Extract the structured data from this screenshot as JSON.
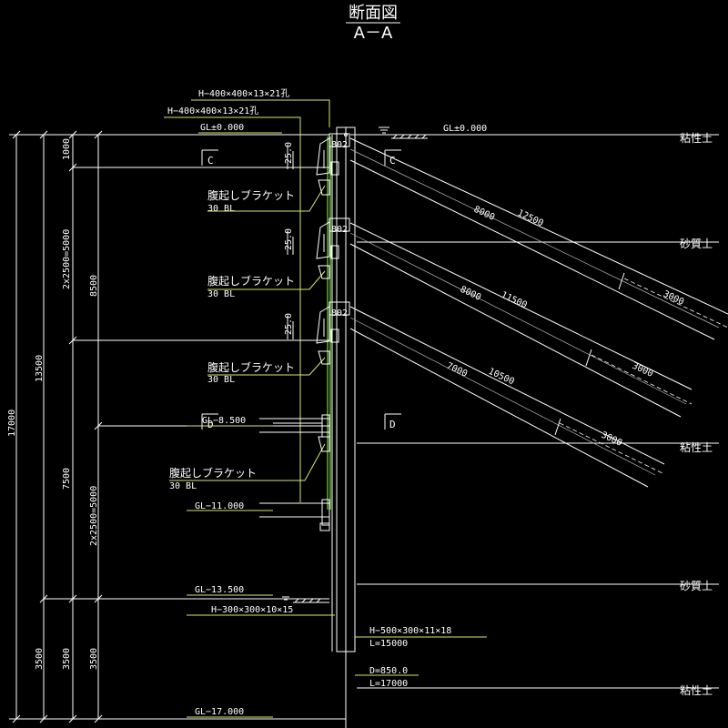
{
  "title": {
    "main": "断面図",
    "sub": "A－A"
  },
  "levels": {
    "gl0_left": "GL±0.000",
    "gl0_right": "GL±0.000",
    "gl_8500": "GL−8.500",
    "gl_11000": "GL−11.000",
    "gl_13500": "GL−13.500",
    "gl_17000": "GL−17.000"
  },
  "members": {
    "waler_1": "H−400×400×13×21孔",
    "waler_2": "H−400×400×13×21孔",
    "strut": "H−300×300×10×15",
    "pile": "H−500×300×11×18",
    "pile_length": "L=15000",
    "sheet_d": "D=850.0",
    "sheet_length": "L=17000"
  },
  "brackets": [
    {
      "label": "腹起しブラケット",
      "bolts": "30 BL"
    },
    {
      "label": "腹起しブラケット",
      "bolts": "30 BL"
    },
    {
      "label": "腹起しブラケット",
      "bolts": "30 BL"
    },
    {
      "label": "腹起しブラケット",
      "bolts": "30 BL"
    }
  ],
  "soils": [
    "粘性土",
    "砂質土",
    "粘性土",
    "砂質土",
    "粘性土"
  ],
  "anchors": [
    {
      "angle": "25.0",
      "free": "8000",
      "total": "12500",
      "fixed": "3000"
    },
    {
      "angle": "25.0",
      "free": "8000",
      "total": "11500",
      "fixed": "3000"
    },
    {
      "angle": "25.0",
      "free": "7000",
      "total": "10500",
      "fixed": "3000"
    }
  ],
  "sections": [
    "C",
    "C",
    "D",
    "D"
  ],
  "dims": {
    "total": "17000",
    "upper": "13500",
    "d1000": "1000",
    "d2x2500a": "2x2500=5000",
    "d8500": "8500",
    "d7500": "7500",
    "d2x2500b": "2x2500=5000",
    "d3500a": "3500",
    "d3500b": "3500",
    "d3500c": "3500"
  }
}
